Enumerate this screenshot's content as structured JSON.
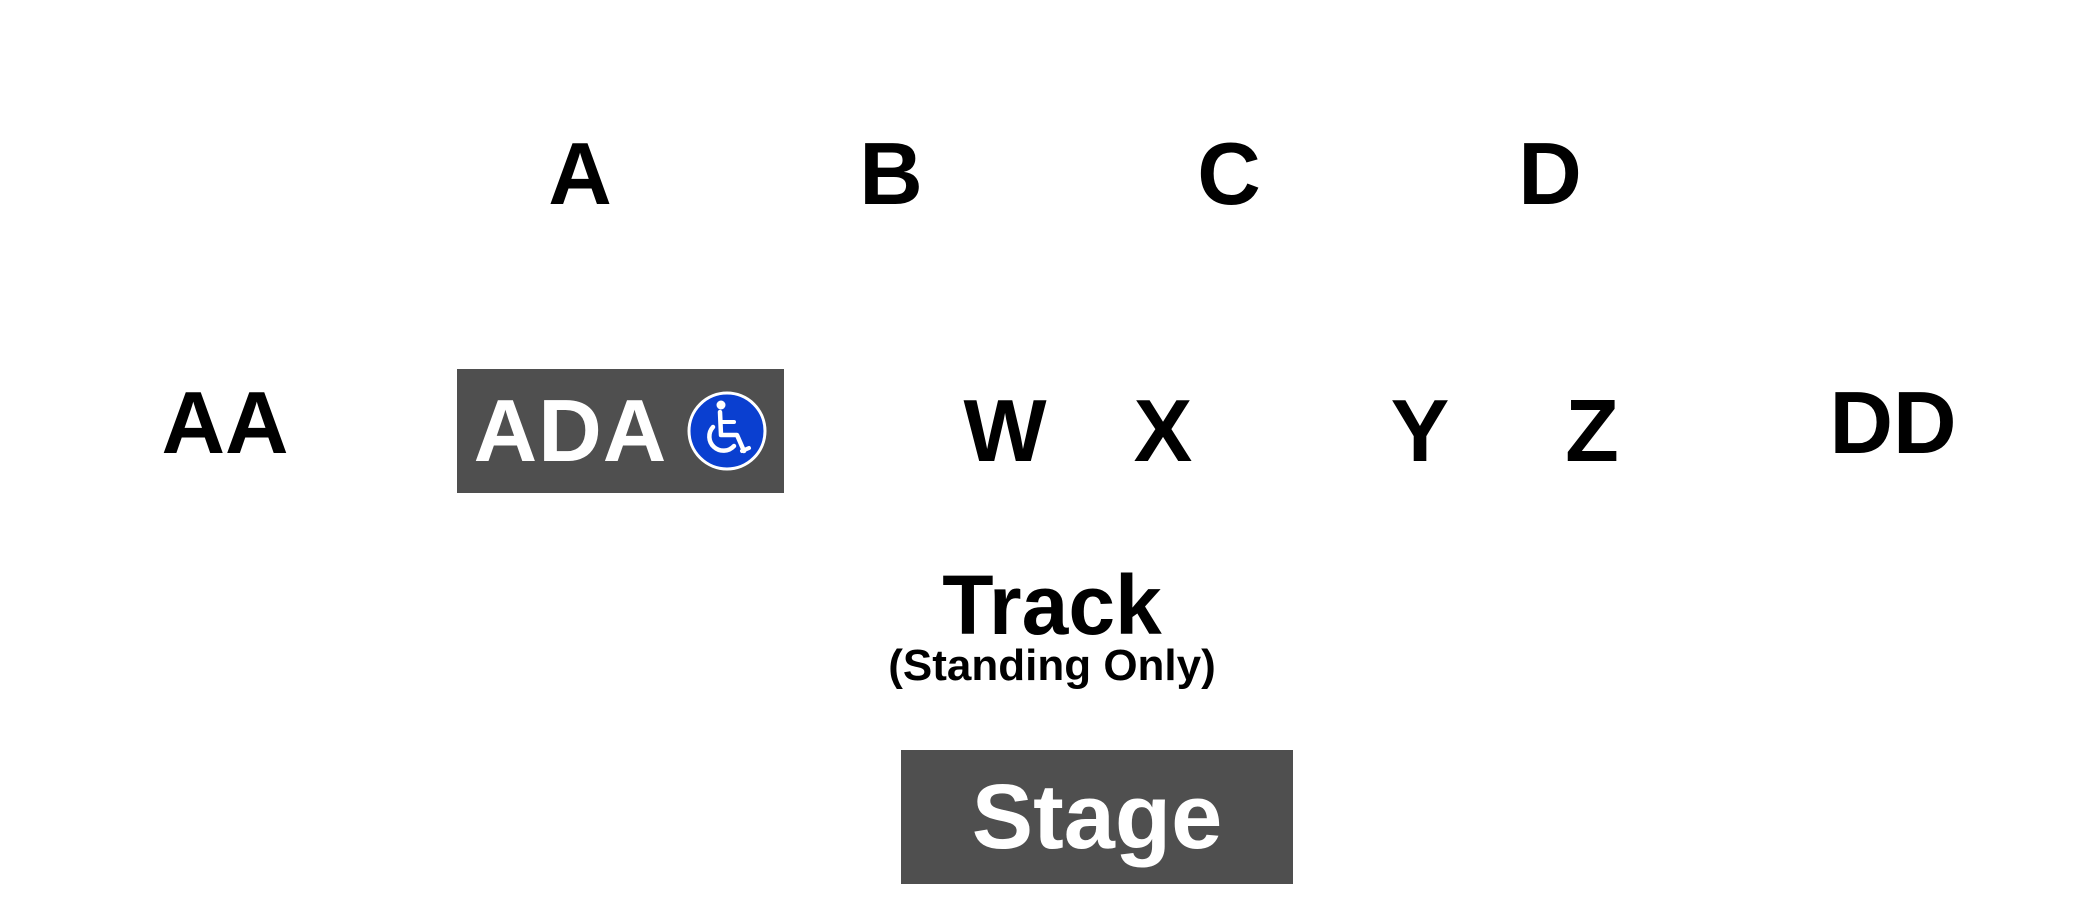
{
  "upper_sections": [
    {
      "id": "section-a",
      "label": "A"
    },
    {
      "id": "section-b",
      "label": "B"
    },
    {
      "id": "section-c",
      "label": "C"
    },
    {
      "id": "section-d",
      "label": "D"
    }
  ],
  "lower_sections": [
    {
      "id": "section-aa",
      "label": "AA"
    },
    {
      "id": "section-w",
      "label": "W"
    },
    {
      "id": "section-x",
      "label": "X"
    },
    {
      "id": "section-y",
      "label": "Y"
    },
    {
      "id": "section-z",
      "label": "Z"
    },
    {
      "id": "section-dd",
      "label": "DD"
    }
  ],
  "ada": {
    "label": "ADA",
    "icon": "wheelchair-accessibility-icon",
    "box_color": "#4f4f4f",
    "icon_color": "#0a3fd0"
  },
  "track": {
    "title": "Track",
    "subtitle": "(Standing Only)"
  },
  "stage": {
    "label": "Stage",
    "box_color": "#4f4f4f"
  }
}
